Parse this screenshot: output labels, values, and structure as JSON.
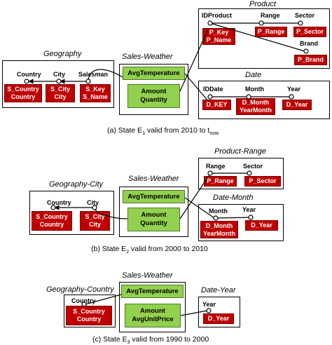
{
  "e1": {
    "product_title": "Product",
    "geography_title": "Geography",
    "salesweather_title": "Sales-Weather",
    "date_title": "Date",
    "lbl_idproduct": "IDProduct",
    "lbl_range": "Range",
    "lbl_sector": "Sector",
    "lbl_brand": "Brand",
    "lbl_country": "Country",
    "lbl_city": "City",
    "lbl_salesman": "Salesman",
    "lbl_iddate": "IDDate",
    "lbl_month": "Month",
    "lbl_year": "Year",
    "pkey_1": "P_Key",
    "pkey_2": "P_Name",
    "prange": "P_Range",
    "psector": "P_Sector",
    "pbrand": "P_Brand",
    "scountry_1": "S_Country",
    "scountry_2": "Country",
    "scity_1": "S_City",
    "scity_2": "City",
    "skey_1": "S_Key",
    "skey_2": "S_Name",
    "avgtemp": "AvgTemperature",
    "amount_1": "Amount",
    "amount_2": "Quantity",
    "dkey": "D_KEY",
    "dmonth_1": "D_Month",
    "dmonth_2": "YearMonth",
    "dyear": "D_Year",
    "caption_pre": "(a) State E",
    "caption_sub1": "1",
    "caption_mid": " valid from 2010 to t",
    "caption_sub2": "now"
  },
  "e2": {
    "productrange_title": "Product-Range",
    "geographycity_title": "Geography-City",
    "salesweather_title": "Sales-Weather",
    "datemonth_title": "Date-Month",
    "lbl_range": "Range",
    "lbl_sector": "Sector",
    "lbl_country": "Country",
    "lbl_city": "City",
    "lbl_month": "Month",
    "lbl_year": "Year",
    "prange": "P_Range",
    "psector": "P_Sector",
    "scountry_1": "S_Country",
    "scountry_2": "Country",
    "scity_1": "S_City",
    "scity_2": "City",
    "avgtemp": "AvgTemperature",
    "amount_1": "Amount",
    "amount_2": "Quantity",
    "dmonth_1": "D_Month",
    "dmonth_2": "YearMonth",
    "dyear": "D_Year",
    "caption_pre": "(b) State E",
    "caption_sub": "2",
    "caption_post": " valid from 2000 to 2010"
  },
  "e3": {
    "salesweather_title": "Sales-Weather",
    "geographycountry_title": "Geography-Country",
    "dateyear_title": "Date-Year",
    "lbl_country": "Country",
    "lbl_year": "Year",
    "scountry_1": "S_Country",
    "scountry_2": "Country",
    "avgtemp": "AvgTemperature",
    "amount_1": "Amount",
    "amount_2": "AvgUnitPrice",
    "dyear": "D_Year",
    "caption_pre": "(c) State E",
    "caption_sub": "3",
    "caption_post": " valid from 1990 to 2000"
  }
}
